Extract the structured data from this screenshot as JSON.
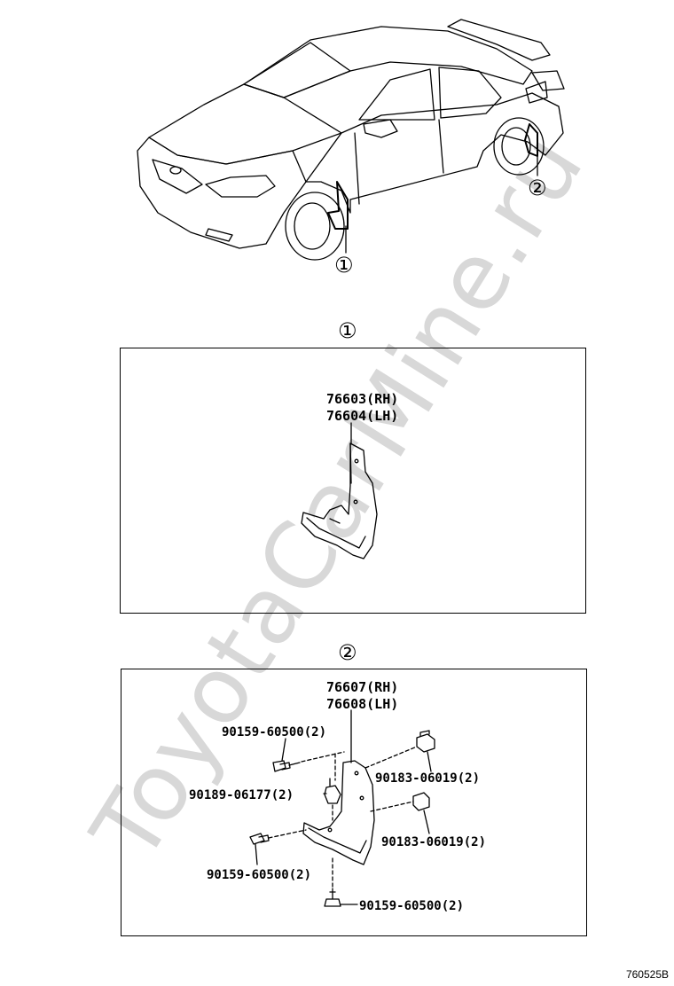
{
  "watermark": "ToyotaCarMine.ru",
  "figure_id": "760525B",
  "overview": {
    "callout_1": "①",
    "callout_2": "②"
  },
  "section_1": {
    "marker": "①",
    "part_rh": "76603(RH)",
    "part_lh": "76604(LH)"
  },
  "section_2": {
    "marker": "②",
    "part_rh": "76607(RH)",
    "part_lh": "76608(LH)",
    "fasteners": [
      {
        "number": "90159-60500(2)"
      },
      {
        "number": "90189-06177(2)"
      },
      {
        "number": "90183-06019(2)"
      },
      {
        "number": "90183-06019(2)"
      },
      {
        "number": "90159-60500(2)"
      },
      {
        "number": "90159-60500(2)"
      }
    ]
  },
  "colors": {
    "line": "#000000",
    "watermark": "#d8d8d8",
    "background": "#ffffff"
  }
}
